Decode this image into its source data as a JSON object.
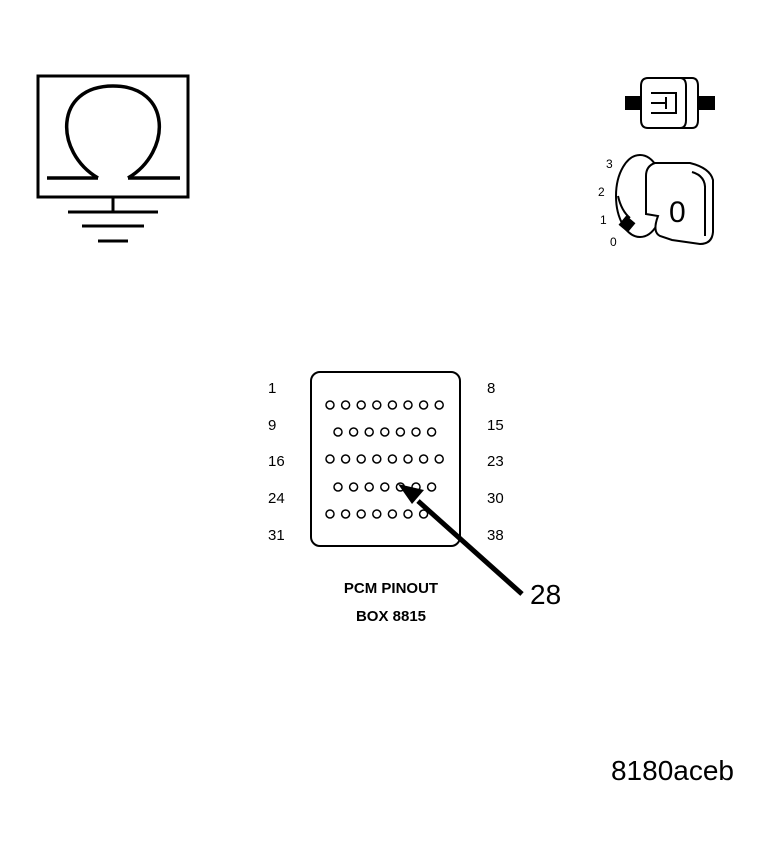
{
  "ohmmeter": {
    "symbol": "Ω"
  },
  "ignition": {
    "positions": [
      "3",
      "2",
      "1",
      "0"
    ],
    "key_label": "0"
  },
  "connector": {
    "left_labels": [
      "1",
      "9",
      "16",
      "24",
      "31"
    ],
    "right_labels": [
      "8",
      "15",
      "23",
      "30",
      "38"
    ],
    "caption_line1": "PCM PINOUT",
    "caption_line2": "BOX 8815",
    "callout": "28"
  },
  "figure_id": "8180aceb",
  "colors": {
    "ink": "#000000",
    "background": "#ffffff"
  }
}
